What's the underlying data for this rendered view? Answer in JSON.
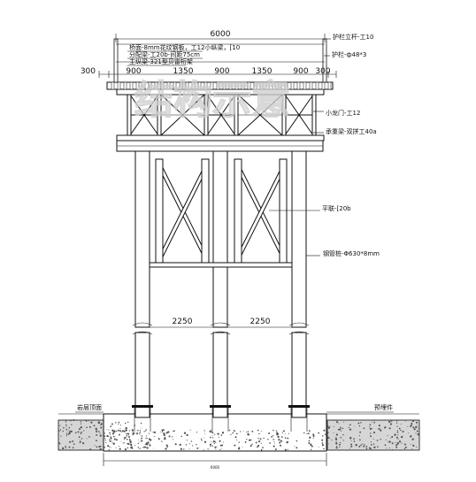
{
  "top_dimension": "6000",
  "top_spacing": [
    "300",
    "900",
    "1350",
    "900",
    "1350",
    "900",
    "300"
  ],
  "pile_spacing": [
    "2250",
    "2250"
  ],
  "deck_notes": [
    "桥面-8mm花纹钢板，工12小纵梁，[10",
    "分配梁-工20b-间距75cm",
    "主纵梁-321型贝雷桁架"
  ],
  "right_labels": {
    "railing_post": "护栏立杆-工10",
    "railing": "护栏-ф48*3",
    "small_portal": "小龙门-工12",
    "cap_beam": "承重梁-双拼工40a",
    "bracing": "平联-[20b",
    "pile": "钢管桩-Φ630*8mm"
  },
  "left_label": "岩层顶面",
  "embed_label": "预埋件",
  "bottom_dimension": "6000",
  "watermark": "结构示意",
  "colors": {
    "line": "#111111",
    "concrete": "#cfcfcf",
    "watermark": "#d9d9d9"
  }
}
